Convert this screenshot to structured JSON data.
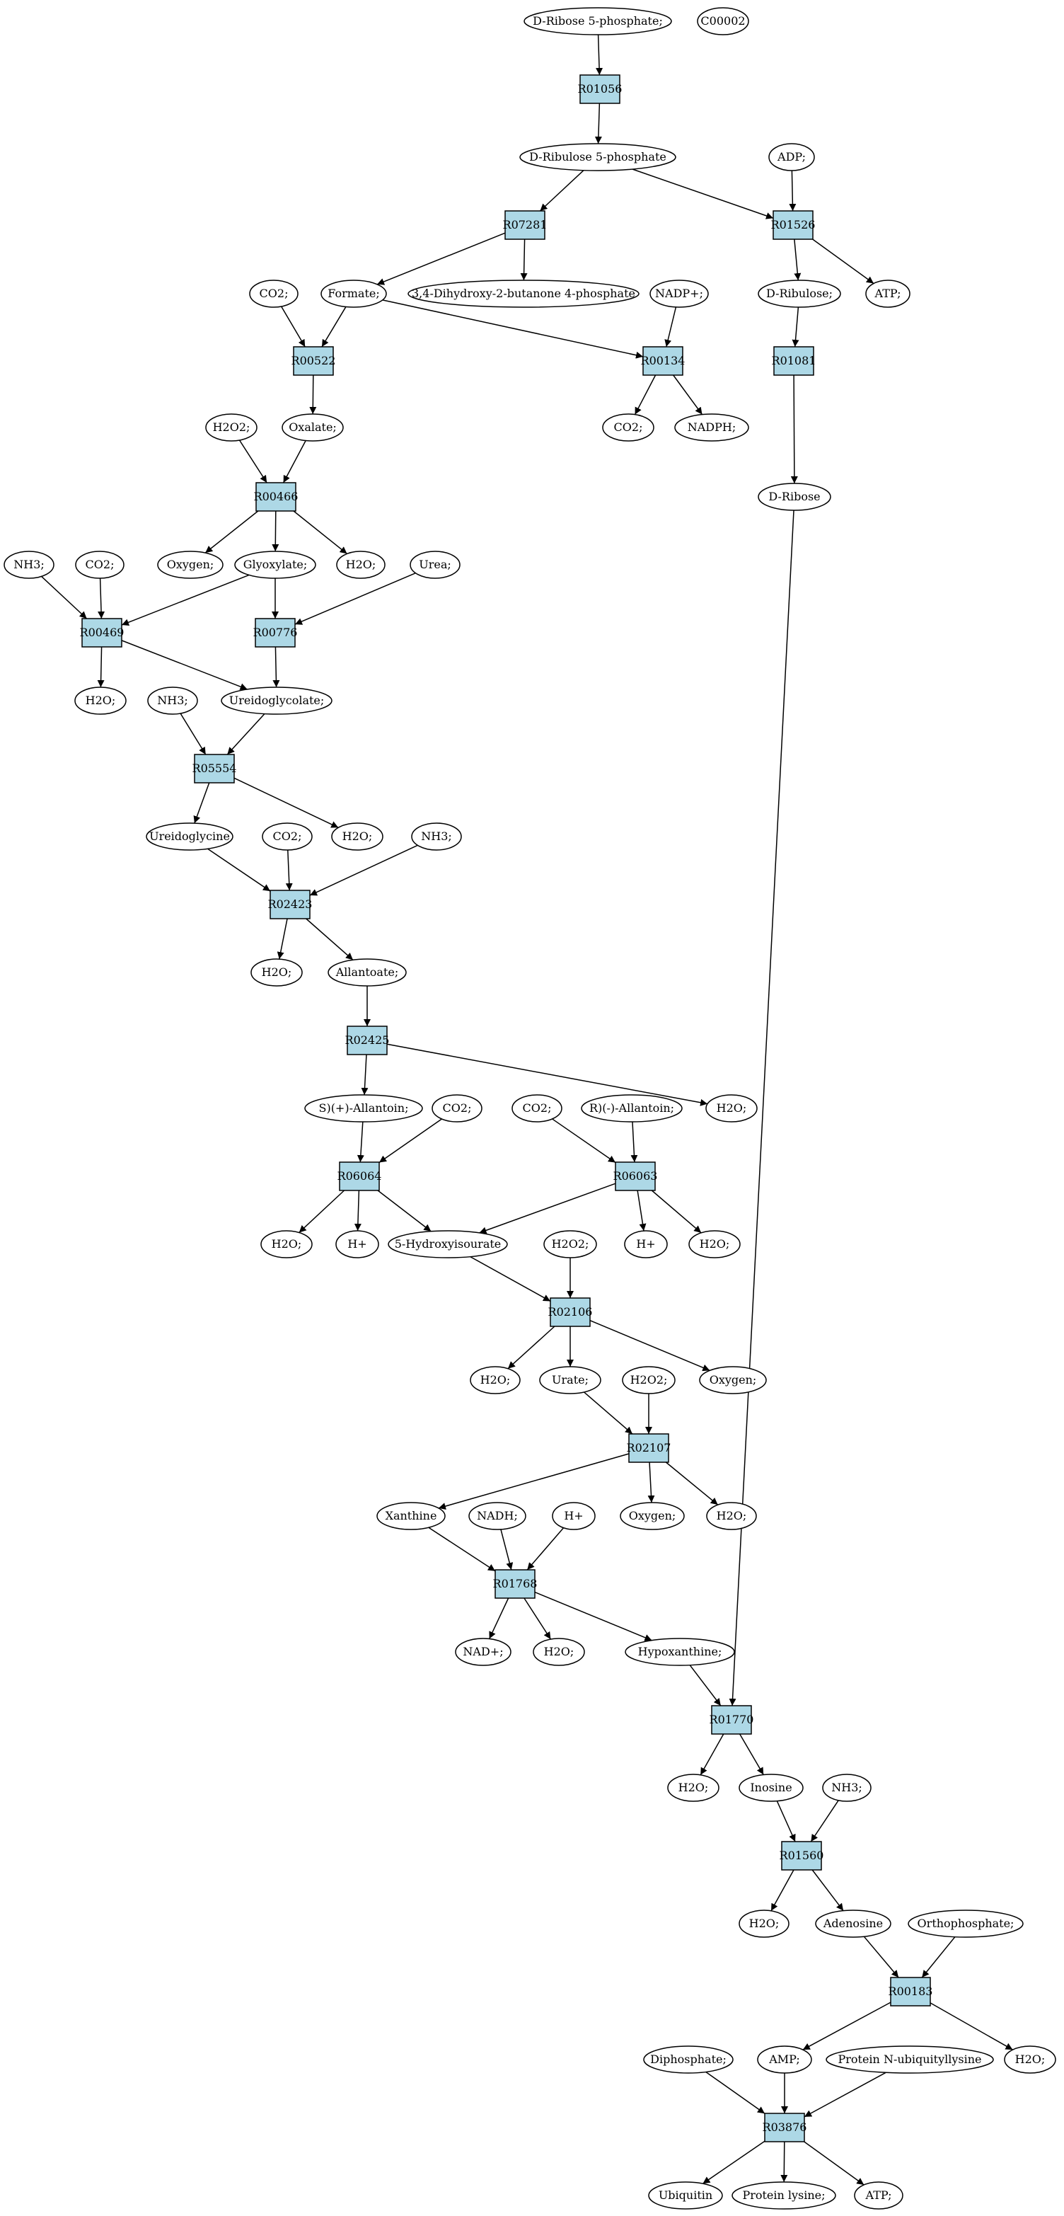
{
  "graph": {
    "nodes": [
      {
        "id": "n_start",
        "label": "D-Ribose 5-phosphate;",
        "shape": "ellipse",
        "fill": "#00ff00"
      },
      {
        "id": "n_c00002",
        "label": "C00002",
        "shape": "ellipse",
        "fill": "#ffff00"
      },
      {
        "id": "r01056",
        "label": "R01056",
        "shape": "box"
      },
      {
        "id": "ribulose5p",
        "label": "D-Ribulose 5-phosphate",
        "shape": "ellipse"
      },
      {
        "id": "adp",
        "label": "ADP;",
        "shape": "ellipse"
      },
      {
        "id": "r07281",
        "label": "R07281",
        "shape": "box"
      },
      {
        "id": "r01526",
        "label": "R01526",
        "shape": "box"
      },
      {
        "id": "co2_a",
        "label": "CO2;",
        "shape": "ellipse"
      },
      {
        "id": "formate",
        "label": "Formate;",
        "shape": "ellipse"
      },
      {
        "id": "dhbp",
        "label": "3,4-Dihydroxy-2-butanone 4-phosphate",
        "shape": "ellipse"
      },
      {
        "id": "nadp",
        "label": "NADP+;",
        "shape": "ellipse"
      },
      {
        "id": "d_ribulose",
        "label": "D-Ribulose;",
        "shape": "ellipse"
      },
      {
        "id": "atp_a",
        "label": "ATP;",
        "shape": "ellipse"
      },
      {
        "id": "r00522",
        "label": "R00522",
        "shape": "box"
      },
      {
        "id": "r00134",
        "label": "R00134",
        "shape": "box"
      },
      {
        "id": "r01081",
        "label": "R01081",
        "shape": "box"
      },
      {
        "id": "h2o2_a",
        "label": "H2O2;",
        "shape": "ellipse"
      },
      {
        "id": "oxalate",
        "label": "Oxalate;",
        "shape": "ellipse"
      },
      {
        "id": "co2_b",
        "label": "CO2;",
        "shape": "ellipse"
      },
      {
        "id": "nadph",
        "label": "NADPH;",
        "shape": "ellipse"
      },
      {
        "id": "r00466",
        "label": "R00466",
        "shape": "box"
      },
      {
        "id": "d_ribose",
        "label": "D-Ribose",
        "shape": "ellipse"
      },
      {
        "id": "nh3_a",
        "label": "NH3;",
        "shape": "ellipse"
      },
      {
        "id": "co2_c",
        "label": "CO2;",
        "shape": "ellipse"
      },
      {
        "id": "oxygen_a",
        "label": "Oxygen;",
        "shape": "ellipse"
      },
      {
        "id": "glyoxylate",
        "label": "Glyoxylate;",
        "shape": "ellipse"
      },
      {
        "id": "h2o_a",
        "label": "H2O;",
        "shape": "ellipse"
      },
      {
        "id": "urea",
        "label": "Urea;",
        "shape": "ellipse"
      },
      {
        "id": "r00469",
        "label": "R00469",
        "shape": "box"
      },
      {
        "id": "r00776",
        "label": "R00776",
        "shape": "box"
      },
      {
        "id": "h2o_b",
        "label": "H2O;",
        "shape": "ellipse"
      },
      {
        "id": "nh3_b",
        "label": "NH3;",
        "shape": "ellipse"
      },
      {
        "id": "ureidoglycolate",
        "label": "Ureidoglycolate;",
        "shape": "ellipse"
      },
      {
        "id": "r05554",
        "label": "R05554",
        "shape": "box"
      },
      {
        "id": "ureidoglycine",
        "label": "Ureidoglycine",
        "shape": "ellipse"
      },
      {
        "id": "co2_d",
        "label": "CO2;",
        "shape": "ellipse"
      },
      {
        "id": "h2o_c",
        "label": "H2O;",
        "shape": "ellipse"
      },
      {
        "id": "nh3_c",
        "label": "NH3;",
        "shape": "ellipse"
      },
      {
        "id": "r02423",
        "label": "R02423",
        "shape": "box"
      },
      {
        "id": "h2o_d",
        "label": "H2O;",
        "shape": "ellipse"
      },
      {
        "id": "allantoate",
        "label": "Allantoate;",
        "shape": "ellipse"
      },
      {
        "id": "r02425",
        "label": "R02425",
        "shape": "box"
      },
      {
        "id": "s_allantoin",
        "label": "S)(+)-Allantoin;",
        "shape": "ellipse"
      },
      {
        "id": "co2_e",
        "label": "CO2;",
        "shape": "ellipse"
      },
      {
        "id": "co2_f",
        "label": "CO2;",
        "shape": "ellipse"
      },
      {
        "id": "r_allantoin",
        "label": "R)(-)-Allantoin;",
        "shape": "ellipse"
      },
      {
        "id": "h2o_e",
        "label": "H2O;",
        "shape": "ellipse"
      },
      {
        "id": "r06064",
        "label": "R06064",
        "shape": "box"
      },
      {
        "id": "r06063",
        "label": "R06063",
        "shape": "box"
      },
      {
        "id": "h2o_f",
        "label": "H2O;",
        "shape": "ellipse"
      },
      {
        "id": "hplus_a",
        "label": "H+",
        "shape": "ellipse"
      },
      {
        "id": "hydroxyisourate",
        "label": "5-Hydroxyisourate",
        "shape": "ellipse"
      },
      {
        "id": "h2o2_b",
        "label": "H2O2;",
        "shape": "ellipse"
      },
      {
        "id": "hplus_b",
        "label": "H+",
        "shape": "ellipse"
      },
      {
        "id": "h2o_g",
        "label": "H2O;",
        "shape": "ellipse"
      },
      {
        "id": "r02106",
        "label": "R02106",
        "shape": "box"
      },
      {
        "id": "h2o_h",
        "label": "H2O;",
        "shape": "ellipse"
      },
      {
        "id": "urate",
        "label": "Urate;",
        "shape": "ellipse"
      },
      {
        "id": "h2o2_c",
        "label": "H2O2;",
        "shape": "ellipse"
      },
      {
        "id": "oxygen_b",
        "label": "Oxygen;",
        "shape": "ellipse"
      },
      {
        "id": "r02107",
        "label": "R02107",
        "shape": "box"
      },
      {
        "id": "xanthine",
        "label": "Xanthine",
        "shape": "ellipse"
      },
      {
        "id": "nadh",
        "label": "NADH;",
        "shape": "ellipse"
      },
      {
        "id": "hplus_c",
        "label": "H+",
        "shape": "ellipse"
      },
      {
        "id": "oxygen_c",
        "label": "Oxygen;",
        "shape": "ellipse"
      },
      {
        "id": "h2o_i",
        "label": "H2O;",
        "shape": "ellipse"
      },
      {
        "id": "r01768",
        "label": "R01768",
        "shape": "box"
      },
      {
        "id": "nad",
        "label": "NAD+;",
        "shape": "ellipse"
      },
      {
        "id": "h2o_j",
        "label": "H2O;",
        "shape": "ellipse"
      },
      {
        "id": "hypoxanthine",
        "label": "Hypoxanthine;",
        "shape": "ellipse"
      },
      {
        "id": "r01770",
        "label": "R01770",
        "shape": "box"
      },
      {
        "id": "h2o_k",
        "label": "H2O;",
        "shape": "ellipse"
      },
      {
        "id": "inosine",
        "label": "Inosine",
        "shape": "ellipse"
      },
      {
        "id": "nh3_d",
        "label": "NH3;",
        "shape": "ellipse"
      },
      {
        "id": "r01560",
        "label": "R01560",
        "shape": "box"
      },
      {
        "id": "h2o_l",
        "label": "H2O;",
        "shape": "ellipse"
      },
      {
        "id": "adenosine",
        "label": "Adenosine",
        "shape": "ellipse"
      },
      {
        "id": "orthophosphate",
        "label": "Orthophosphate;",
        "shape": "ellipse"
      },
      {
        "id": "r00183",
        "label": "R00183",
        "shape": "box"
      },
      {
        "id": "diphosphate",
        "label": "Diphosphate;",
        "shape": "ellipse"
      },
      {
        "id": "amp",
        "label": "AMP;",
        "shape": "ellipse"
      },
      {
        "id": "prot_ub_lys",
        "label": "Protein N-ubiquityllysine",
        "shape": "ellipse"
      },
      {
        "id": "h2o_m",
        "label": "H2O;",
        "shape": "ellipse"
      },
      {
        "id": "r03876",
        "label": "R03876",
        "shape": "box"
      },
      {
        "id": "ubiquitin",
        "label": "Ubiquitin",
        "shape": "ellipse"
      },
      {
        "id": "prot_lys",
        "label": "Protein lysine;",
        "shape": "ellipse"
      },
      {
        "id": "atp_b",
        "label": "ATP;",
        "shape": "ellipse"
      }
    ],
    "edges": [
      [
        "n_start",
        "r01056"
      ],
      [
        "r01056",
        "ribulose5p"
      ],
      [
        "ribulose5p",
        "r07281"
      ],
      [
        "ribulose5p",
        "r01526"
      ],
      [
        "adp",
        "r01526"
      ],
      [
        "r07281",
        "formate"
      ],
      [
        "r07281",
        "dhbp"
      ],
      [
        "r01526",
        "d_ribulose"
      ],
      [
        "r01526",
        "atp_a"
      ],
      [
        "co2_a",
        "r00522"
      ],
      [
        "formate",
        "r00522"
      ],
      [
        "formate",
        "r00134"
      ],
      [
        "nadp",
        "r00134"
      ],
      [
        "d_ribulose",
        "r01081"
      ],
      [
        "r00522",
        "oxalate"
      ],
      [
        "r00134",
        "co2_b"
      ],
      [
        "r00134",
        "nadph"
      ],
      [
        "r01081",
        "d_ribose"
      ],
      [
        "h2o2_a",
        "r00466"
      ],
      [
        "oxalate",
        "r00466"
      ],
      [
        "r00466",
        "oxygen_a"
      ],
      [
        "r00466",
        "glyoxylate"
      ],
      [
        "r00466",
        "h2o_a"
      ],
      [
        "nh3_a",
        "r00469"
      ],
      [
        "co2_c",
        "r00469"
      ],
      [
        "glyoxylate",
        "r00469"
      ],
      [
        "glyoxylate",
        "r00776"
      ],
      [
        "urea",
        "r00776"
      ],
      [
        "r00469",
        "h2o_b"
      ],
      [
        "r00469",
        "ureidoglycolate"
      ],
      [
        "r00776",
        "ureidoglycolate"
      ],
      [
        "nh3_b",
        "r05554"
      ],
      [
        "ureidoglycolate",
        "r05554"
      ],
      [
        "r05554",
        "ureidoglycine"
      ],
      [
        "r05554",
        "h2o_c"
      ],
      [
        "ureidoglycine",
        "r02423"
      ],
      [
        "co2_d",
        "r02423"
      ],
      [
        "nh3_c",
        "r02423"
      ],
      [
        "r02423",
        "h2o_d"
      ],
      [
        "r02423",
        "allantoate"
      ],
      [
        "allantoate",
        "r02425"
      ],
      [
        "r02425",
        "s_allantoin"
      ],
      [
        "r02425",
        "h2o_e"
      ],
      [
        "s_allantoin",
        "r06064"
      ],
      [
        "co2_e",
        "r06064"
      ],
      [
        "co2_f",
        "r06063"
      ],
      [
        "r_allantoin",
        "r06063"
      ],
      [
        "r06064",
        "h2o_f"
      ],
      [
        "r06064",
        "hplus_a"
      ],
      [
        "r06064",
        "hydroxyisourate"
      ],
      [
        "r06063",
        "hydroxyisourate"
      ],
      [
        "r06063",
        "hplus_b"
      ],
      [
        "r06063",
        "h2o_g"
      ],
      [
        "hydroxyisourate",
        "r02106"
      ],
      [
        "h2o2_b",
        "r02106"
      ],
      [
        "r02106",
        "h2o_h"
      ],
      [
        "r02106",
        "urate"
      ],
      [
        "r02106",
        "oxygen_b"
      ],
      [
        "urate",
        "r02107"
      ],
      [
        "h2o2_c",
        "r02107"
      ],
      [
        "r02107",
        "xanthine"
      ],
      [
        "r02107",
        "oxygen_c"
      ],
      [
        "r02107",
        "h2o_i"
      ],
      [
        "xanthine",
        "r01768"
      ],
      [
        "nadh",
        "r01768"
      ],
      [
        "hplus_c",
        "r01768"
      ],
      [
        "r01768",
        "nad"
      ],
      [
        "r01768",
        "h2o_j"
      ],
      [
        "r01768",
        "hypoxanthine"
      ],
      [
        "hypoxanthine",
        "r01770"
      ],
      [
        "d_ribose",
        "r01770"
      ],
      [
        "r01770",
        "h2o_k"
      ],
      [
        "r01770",
        "inosine"
      ],
      [
        "inosine",
        "r01560"
      ],
      [
        "nh3_d",
        "r01560"
      ],
      [
        "r01560",
        "h2o_l"
      ],
      [
        "r01560",
        "adenosine"
      ],
      [
        "adenosine",
        "r00183"
      ],
      [
        "orthophosphate",
        "r00183"
      ],
      [
        "r00183",
        "amp"
      ],
      [
        "r00183",
        "h2o_m"
      ],
      [
        "diphosphate",
        "r03876"
      ],
      [
        "amp",
        "r03876"
      ],
      [
        "prot_ub_lys",
        "r03876"
      ],
      [
        "r03876",
        "ubiquitin"
      ],
      [
        "r03876",
        "prot_lys"
      ],
      [
        "r03876",
        "atp_b"
      ]
    ]
  }
}
